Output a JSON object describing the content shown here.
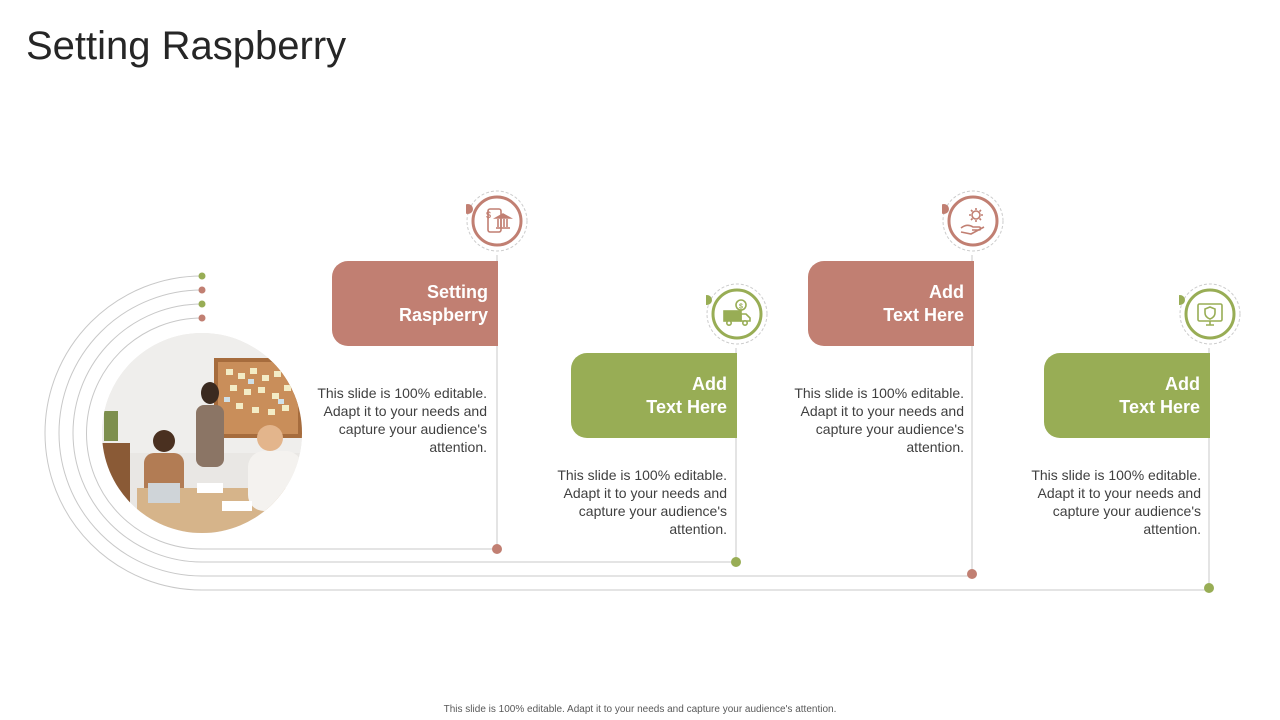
{
  "slide": {
    "title": "Setting Raspberry",
    "footer": "This slide is 100% editable. Adapt it to your needs and capture your audience's attention."
  },
  "colors": {
    "rose": "#c17f72",
    "olive": "#98ad55",
    "line": "#c8c8c8"
  },
  "steps": [
    {
      "heading": "Setting\nRaspberry",
      "description": "This slide is 100% editable. Adapt it to your needs and capture your audience's attention.",
      "icon": "bank-mobile-icon",
      "color": "rose"
    },
    {
      "heading": "Add\nText Here",
      "description": "This slide is 100% editable. Adapt it to your needs and capture your audience's attention.",
      "icon": "money-delivery-truck-icon",
      "color": "olive"
    },
    {
      "heading": "Add\nText Here",
      "description": "This slide is 100% editable. Adapt it to your needs and capture your audience's attention.",
      "icon": "hand-gear-icon",
      "color": "rose"
    },
    {
      "heading": "Add\nText Here",
      "description": "This slide is 100% editable. Adapt it to your needs and capture your audience's attention.",
      "icon": "monitor-shield-icon",
      "color": "olive"
    }
  ]
}
